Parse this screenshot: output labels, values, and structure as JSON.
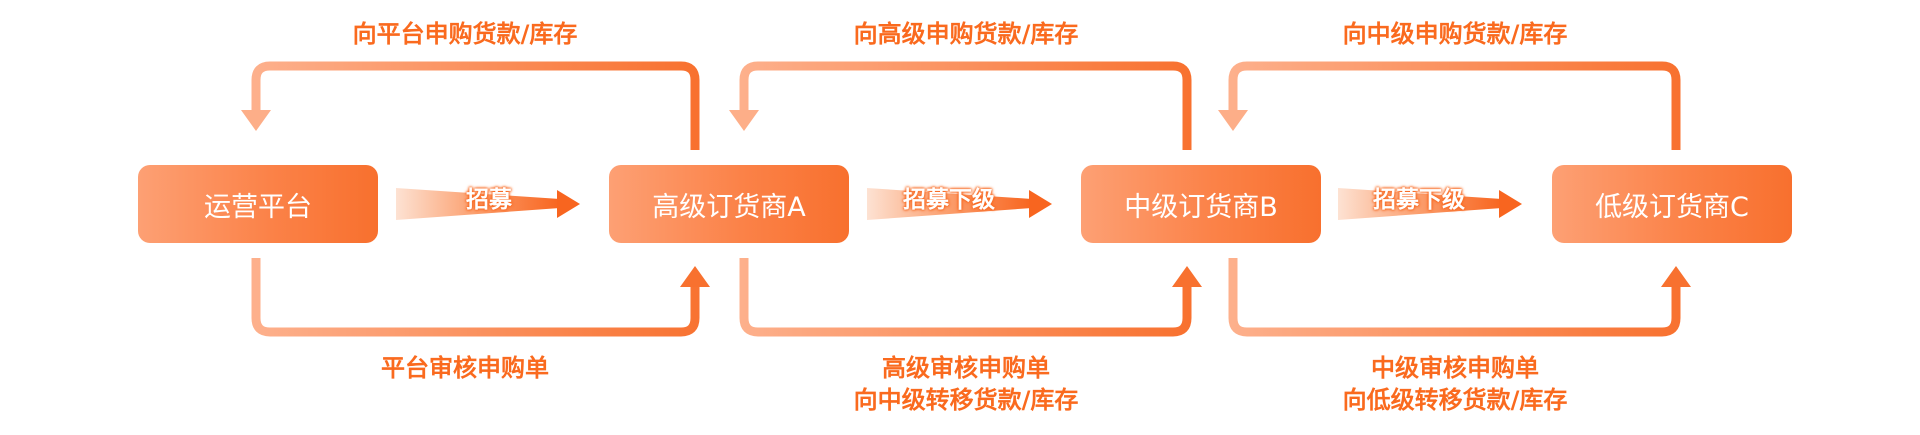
{
  "nodes": [
    {
      "label": "运营平台"
    },
    {
      "label": "高级订货商A"
    },
    {
      "label": "中级订货商B"
    },
    {
      "label": "低级订货商C"
    }
  ],
  "recruit_labels": [
    "招募",
    "招募下级",
    "招募下级"
  ],
  "top_labels": [
    "向平台申购货款/库存",
    "向高级申购货款/库存",
    "向中级申购货款/库存"
  ],
  "bottom_labels": [
    {
      "line1": "平台审核申购单",
      "line2": ""
    },
    {
      "line1": "高级审核申购单",
      "line2": "向中级转移货款/库存"
    },
    {
      "line1": "中级审核申购单",
      "line2": "向低级转移货款/库存"
    }
  ],
  "colors": {
    "accent": "#fa6a1e",
    "light": "#fdae88",
    "node_light": "#fda074",
    "node_dark": "#f8702e"
  }
}
